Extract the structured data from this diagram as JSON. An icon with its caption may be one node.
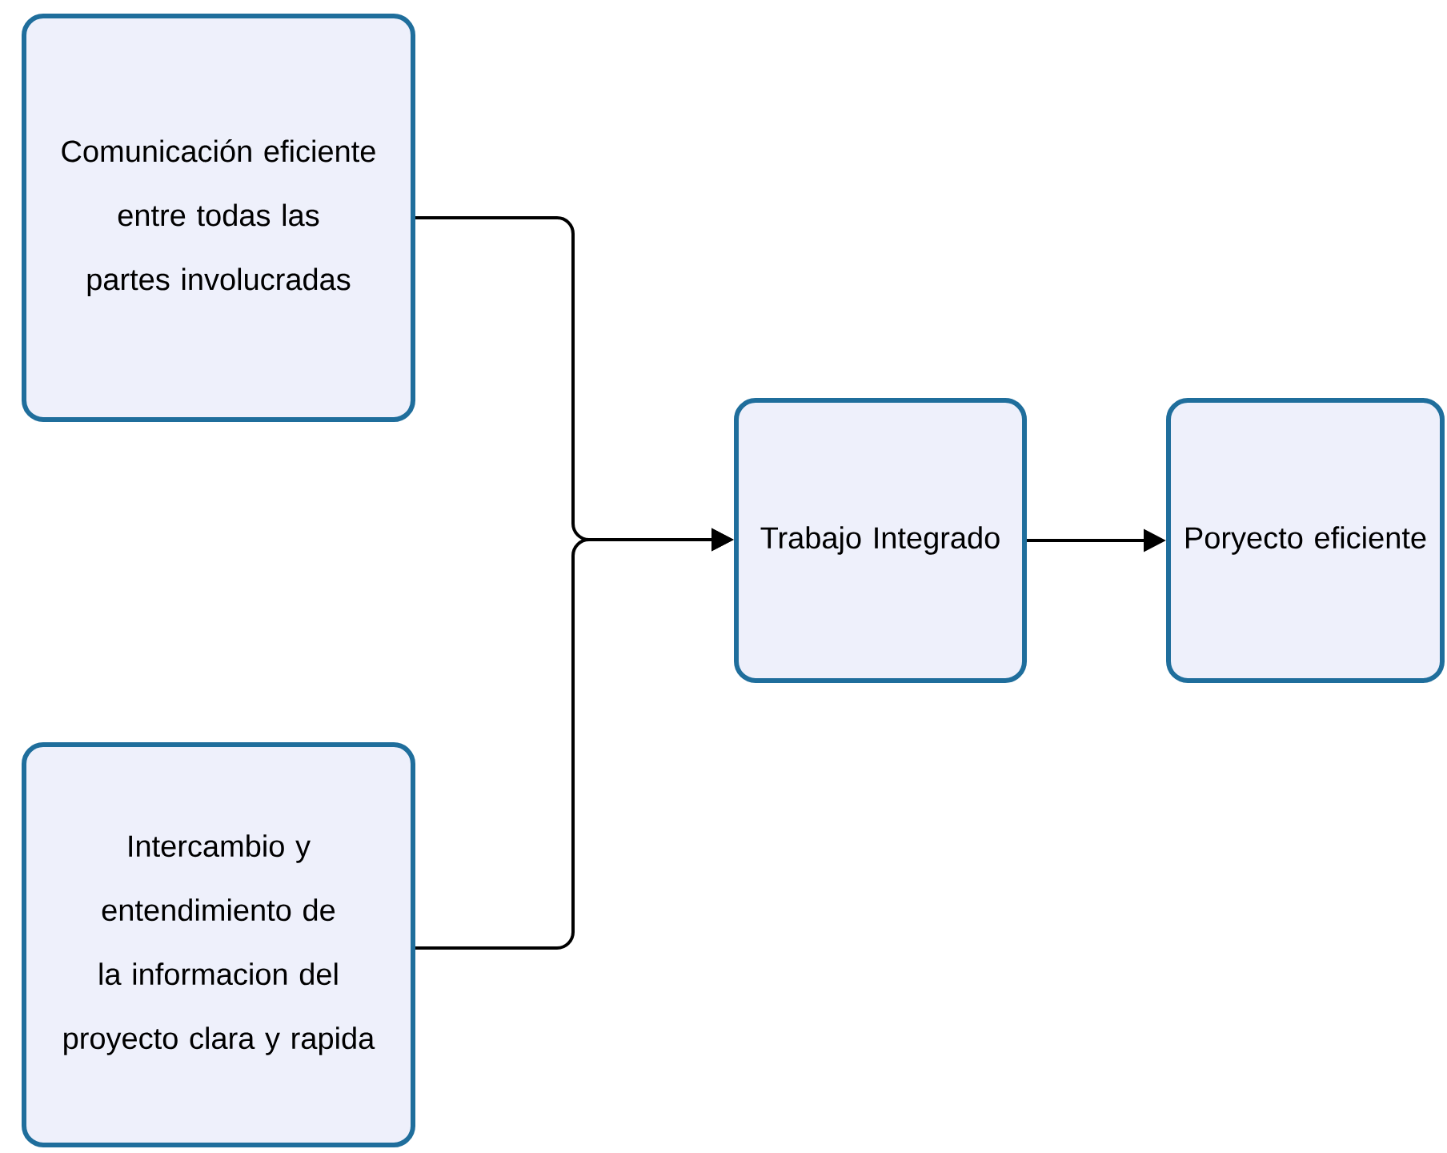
{
  "diagram": {
    "nodes": [
      {
        "text": [
          "Comunicación eficiente entre todas las partes involucradas"
        ]
      },
      {
        "text": [
          "Intercambio  y entendimiento de la informacion del proyecto clara y rapida"
        ]
      },
      {
        "text": [
          "Trabajo Integrado"
        ]
      },
      {
        "text": [
          "Poryecto eficiente"
        ]
      }
    ],
    "edges": [
      {
        "from": 0,
        "to": 2,
        "arrow": "to"
      },
      {
        "from": 1,
        "to": 2,
        "arrow": "to"
      },
      {
        "from": 2,
        "to": 3,
        "arrow": "to"
      }
    ]
  }
}
